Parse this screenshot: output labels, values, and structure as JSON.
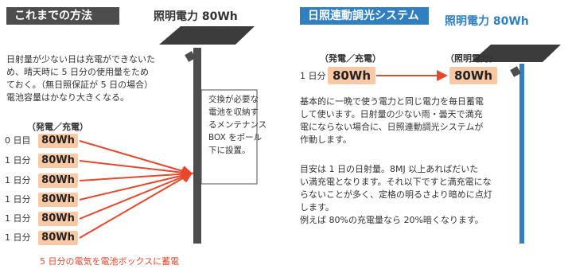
{
  "left": {
    "badge": "これまでの方法",
    "title": "照明電力 80Wh",
    "description": [
      "日射量が少ない日は充電ができないた",
      "め、晴天時に 5 日分の使用量をため",
      "ておく。（無日照保証が 5 日の場合）",
      "電池容量はかなり大きくなる。"
    ],
    "table_header": "（発電／充電）",
    "rows": [
      {
        "day": "0 日目",
        "value": "80Wh"
      },
      {
        "day": "1 日分",
        "value": "80Wh"
      },
      {
        "day": "1 日分",
        "value": "80Wh"
      },
      {
        "day": "1 日分",
        "value": "80Wh"
      },
      {
        "day": "1 日分",
        "value": "80Wh"
      },
      {
        "day": "1 日分",
        "value": "80Wh"
      }
    ],
    "box_note": [
      "交換が必要な",
      "電池を収納す",
      "るメンテナンス",
      "BOX をポール",
      "下に設置。"
    ],
    "footer": "5 日分の電気を電池ボックスに蓄電"
  },
  "right": {
    "badge": "日照連動調光システム",
    "title": "照明電力 80Wh",
    "header_gen": "（発電／充電）",
    "header_light": "（照明電力）",
    "day": "1 日分",
    "value_gen": "80Wh",
    "value_light": "80Wh",
    "para1": [
      "基本的に一晩で使う電力と同じ電力を毎日蓄電",
      "して使います。日射量の少ない雨・曇天で満充",
      "電にならない場合に、日照連動調光システムが",
      "作動します。"
    ],
    "para2": [
      "目安は 1 日の日射量。8MJ 以上あればだいた",
      "い満充電となります。それ以下ですと満充電にな",
      "らないことが多く、定格の明るさより暗めに点灯",
      "します。",
      "例えば 80%の充電量なら 20%暗くなります。"
    ]
  },
  "colors": {
    "arrow": "#e8472b",
    "value_bg": "#f9c8a5",
    "pole_old": "#4d4d4d",
    "pole_new": "#2f7fc1",
    "panel": "#3c3c3c",
    "footer": "#e8472b"
  }
}
